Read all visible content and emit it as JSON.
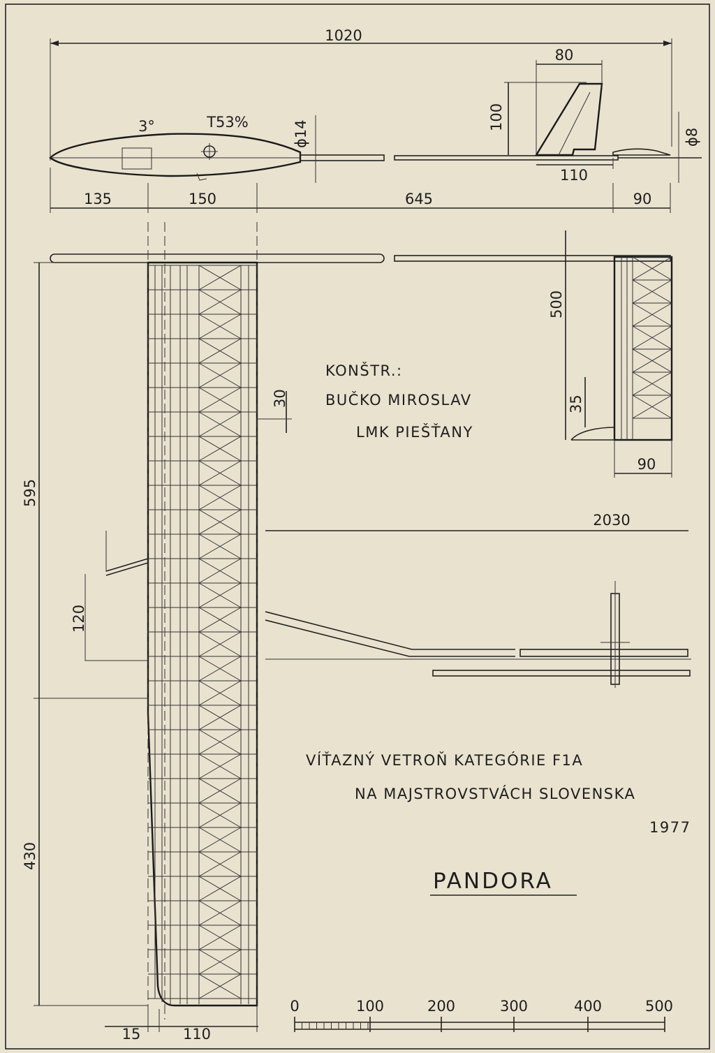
{
  "dimensions": {
    "total_length": "1020",
    "fin_top": "80",
    "fin_height": "100",
    "fin_base": "110",
    "boom_front_dia": "ϕ14",
    "boom_rear_dia": "ϕ8",
    "nose_length": "135",
    "pod_length": "150",
    "boom_length": "645",
    "tail_length": "90",
    "stab_span_half": "500",
    "stab_tip": "35",
    "stab_chord": "90",
    "wing_step": "30",
    "wing_span": "2030",
    "dihedral_rise": "120",
    "inner_panel": "595",
    "outer_panel": "430",
    "wing_tip_offset": "15",
    "wing_chord": "110"
  },
  "annotations": {
    "incidence": "3°",
    "cg_position": "T53%"
  },
  "designer": {
    "label": "KONŠTR.:",
    "name": "BUČKO MIROSLAV",
    "club": "LMK PIEŠŤANY"
  },
  "description": {
    "line1": "VÍŤAZNÝ VETROŇ KATEGÓRIE F1A",
    "line2": "NA MAJSTROVSTVÁCH SLOVENSKA",
    "year": "1977"
  },
  "model_name": "PANDORA",
  "scale_bar": {
    "labels": [
      "0",
      "100",
      "200",
      "300",
      "400",
      "500"
    ]
  }
}
